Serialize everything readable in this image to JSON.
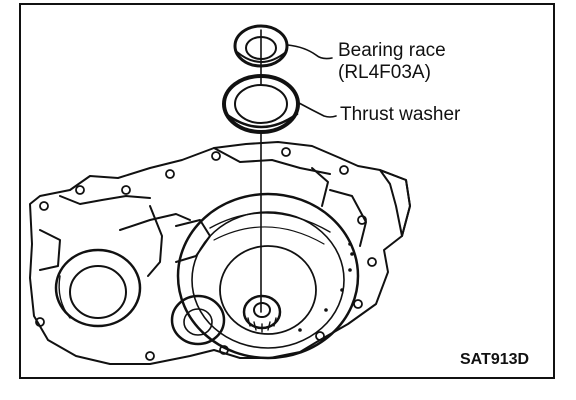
{
  "callouts": {
    "bearing_race": {
      "line1": "Bearing race",
      "line2": "(RL4F03A)"
    },
    "thrust_washer": {
      "line1": "Thrust washer"
    }
  },
  "figure_code": "SAT913D"
}
